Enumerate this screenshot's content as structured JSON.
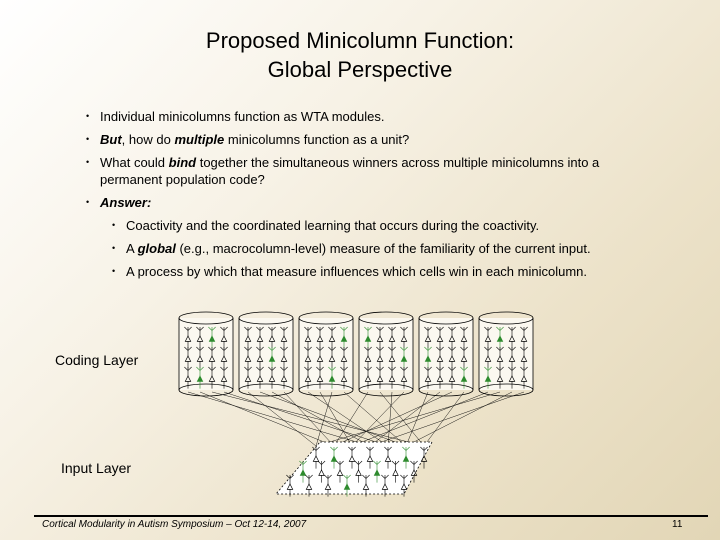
{
  "slide": {
    "title_line1": "Proposed Minicolumn Function:",
    "title_line2": "Global Perspective",
    "bullets": {
      "b1": "Individual minicolumns function as WTA modules.",
      "b2_em": "But",
      "b2_a": ", how do ",
      "b2_em2": "multiple",
      "b2_b": " minicolumns function as a unit?",
      "b3_a": "What could ",
      "b3_em": "bind",
      "b3_b": " together the simultaneous winners across multiple minicolumns into a permanent population code?",
      "b4_em": "Answer:",
      "s1": "Coactivity and the coordinated learning that occurs during the coactivity.",
      "s2_a": "A ",
      "s2_em": "global",
      "s2_b": " (e.g., macrocolumn-level) measure of the familiarity of the current input.",
      "s3": "A process by which that measure influences which cells win in each minicolumn."
    },
    "bullet_glyph": "•",
    "diagram": {
      "coding_layer_label": "Coding Layer",
      "input_layer_label": "Input Layer"
    },
    "footer": {
      "text": "Cortical Modularity in Autism Symposium – Oct 12-14, 2007",
      "page_number": "11"
    },
    "colors": {
      "active_cell": "#2e8b2e",
      "line": "#000000"
    }
  }
}
